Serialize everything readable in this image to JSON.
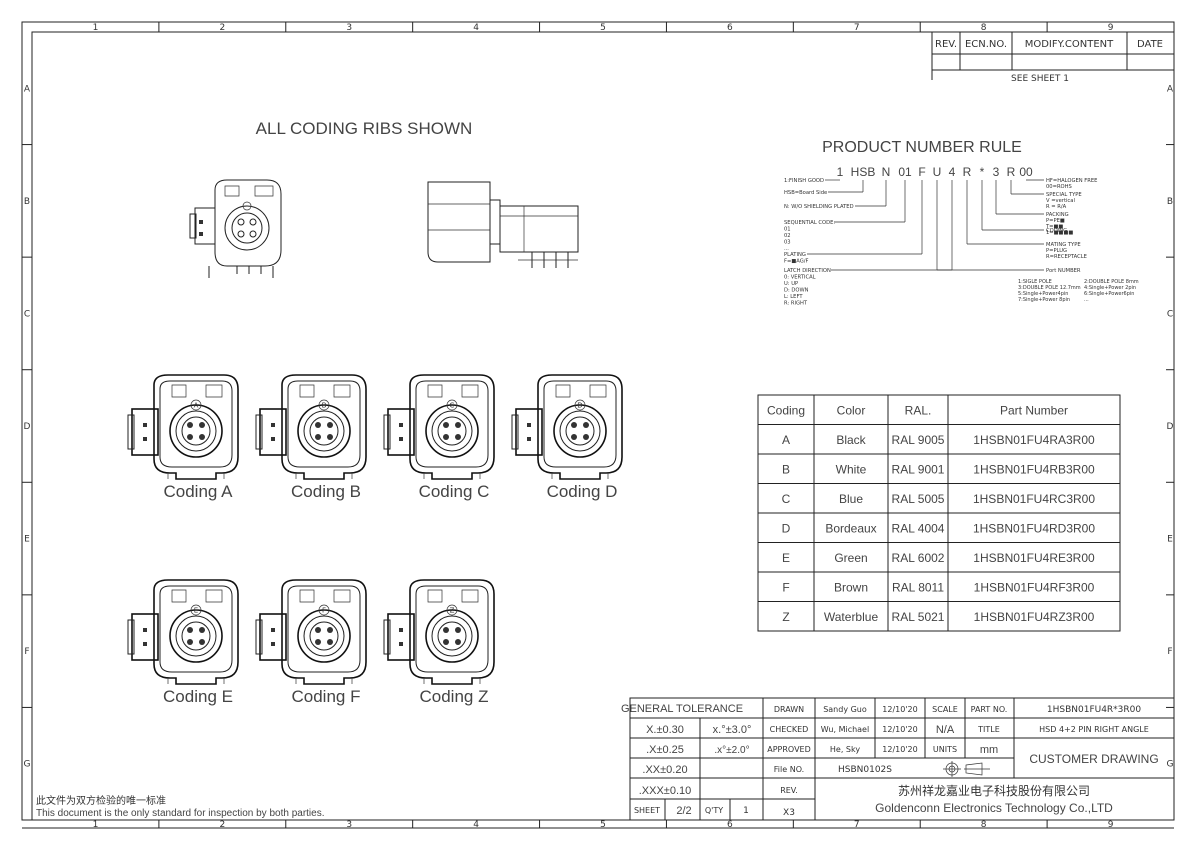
{
  "border": {
    "columns": [
      "1",
      "2",
      "3",
      "4",
      "5",
      "6",
      "7",
      "8",
      "9"
    ],
    "rows": [
      "A",
      "B",
      "C",
      "D",
      "E",
      "F",
      "G"
    ]
  },
  "revision": {
    "headers": [
      "REV.",
      "ECN.NO.",
      "MODIFY.CONTENT",
      "DATE"
    ],
    "note": "SEE SHEET 1"
  },
  "titles": {
    "ribs": "ALL CODING RIBS SHOWN",
    "rule": "PRODUCT NUMBER RULE"
  },
  "rule": {
    "code": [
      "1",
      "HSB",
      "N",
      "01",
      "F",
      "U",
      "4",
      "R",
      "*",
      "3",
      "R",
      "00"
    ],
    "left_labels": [
      [
        "1:FINISH GOOD"
      ],
      [
        "HSB=Board Side"
      ],
      [
        "N: W/O SHIELDING PLATED"
      ],
      [
        "SEQUENTIAL CODE:",
        "01",
        "02",
        "03",
        "..."
      ],
      [
        "PLATING",
        "F=■AG/F"
      ],
      [
        "LATCH DIRECTION",
        "0: VERTICAL",
        "U: UP",
        "D: DOWN",
        "L: LEFT",
        "R: RIGHT"
      ]
    ],
    "right_labels": [
      [
        "HF=HALOGEN FREE",
        "00=ROHS"
      ],
      [
        "SPECIAL TYPE",
        "V =vertical",
        "R = R/A"
      ],
      [
        "PACKING",
        "P=PE■",
        "T=■■",
        "1=■■■■"
      ],
      [
        "CODING"
      ],
      [
        "MATING TYPE",
        "P=PLUG",
        "R=RECEPTACLE"
      ],
      [
        "Port NUMBER"
      ]
    ],
    "port_options": [
      [
        "1:SIGLE POLE",
        "2:DOUBLE POLE 8mm"
      ],
      [
        "3:DOUBLE POLE 12.7mm",
        "4:Single+Power 2pin"
      ],
      [
        "5:Single+Power4pin",
        "6:Single+Power6pin"
      ],
      [
        "7:Single+Power 8pin",
        "..."
      ]
    ]
  },
  "connectors": [
    {
      "caption": "Coding A",
      "letter": "A"
    },
    {
      "caption": "Coding B",
      "letter": "B"
    },
    {
      "caption": "Coding C",
      "letter": "C"
    },
    {
      "caption": "Coding D",
      "letter": "D"
    },
    {
      "caption": "Coding E",
      "letter": "E"
    },
    {
      "caption": "Coding F",
      "letter": "F"
    },
    {
      "caption": "Coding Z",
      "letter": "Z"
    }
  ],
  "coding_table": {
    "headers": [
      "Coding",
      "Color",
      "RAL.",
      "Part Number"
    ],
    "rows": [
      [
        "A",
        "Black",
        "RAL 9005",
        "1HSBN01FU4RA3R00"
      ],
      [
        "B",
        "White",
        "RAL 9001",
        "1HSBN01FU4RB3R00"
      ],
      [
        "C",
        "Blue",
        "RAL 5005",
        "1HSBN01FU4RC3R00"
      ],
      [
        "D",
        "Bordeaux",
        "RAL 4004",
        "1HSBN01FU4RD3R00"
      ],
      [
        "E",
        "Green",
        "RAL 6002",
        "1HSBN01FU4RE3R00"
      ],
      [
        "F",
        "Brown",
        "RAL 8011",
        "1HSBN01FU4RF3R00"
      ],
      [
        "Z",
        "Waterblue",
        "RAL 5021",
        "1HSBN01FU4RZ3R00"
      ]
    ]
  },
  "title_block": {
    "general_tolerance": "GENERAL TOLERANCE",
    "tol_x": "X.±0.30",
    "tol_xx": ".X±0.25",
    "tol_xxx": ".XX±0.20",
    "tol_xxxx": ".XXX±0.10",
    "ang1": "x.°±3.0°",
    "ang2": ".x°±2.0°",
    "drawn_label": "DRAWN",
    "drawn_name": "Sandy Guo",
    "drawn_date": "12/10'20",
    "checked_label": "CHECKED",
    "checked_name": "Wu, Michael",
    "checked_date": "12/10'20",
    "approved_label": "APPROVED",
    "approved_name": "He, Sky",
    "approved_date": "12/10'20",
    "scale_label": "SCALE",
    "scale_value": "N/A",
    "units_label": "UNITS",
    "units_value": "mm",
    "file_label": "File NO.",
    "file_value": "HSBN0102S",
    "rev_label": "REV.",
    "rev_value": "X3",
    "sheet_label": "SHEET",
    "sheet_value": "2/2",
    "qty_label": "Q'TY",
    "qty_value": "1",
    "part_label": "PART NO.",
    "part_value": "1HSBN01FU4R*3R00",
    "title_label": "TITLE",
    "title_value": "HSD 4+2 PIN RIGHT ANGLE",
    "customer": "CUSTOMER DRAWING",
    "company_cn": "苏州祥龙嘉业电子科技股份有限公司",
    "company_en": "Goldenconn Electronics Technology Co.,LTD"
  },
  "footer": {
    "cn": "此文件为双方检验的唯一标准",
    "en": "This document is the only standard for inspection by both parties."
  }
}
